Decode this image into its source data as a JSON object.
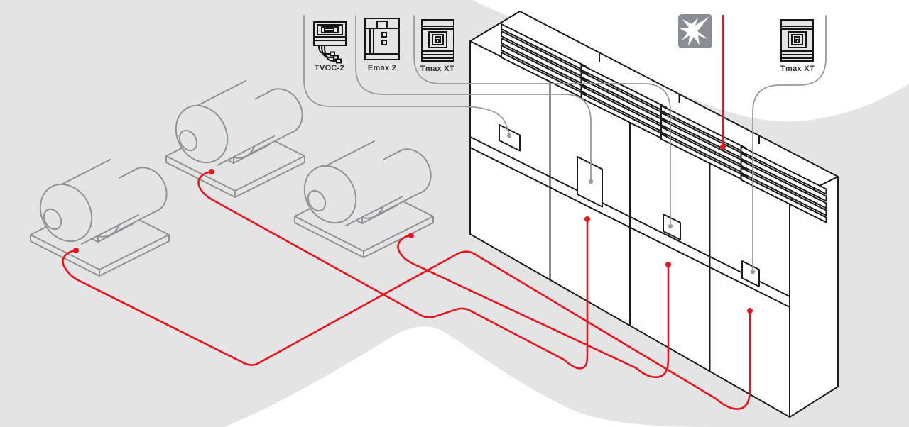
{
  "diagram": {
    "type": "isometric-equipment-diagram",
    "description_visible_text_only": true,
    "callouts": [
      {
        "label": "TVOC-2",
        "icon": "tvoc2-arc-monitor-icon"
      },
      {
        "label": "Emax 2",
        "icon": "emax2-breaker-icon"
      },
      {
        "label": "Tmax XT",
        "icon": "tmax-xt-breaker-icon"
      },
      {
        "label": "Tmax XT",
        "icon": "tmax-xt-breaker-icon"
      }
    ],
    "arc_flash": {
      "icon": "arc-flash-spark-icon"
    },
    "equipment": {
      "generators": 3,
      "switchgear_sections": 4,
      "front_sensors": 4
    },
    "colors": {
      "swoosh_gray": "#e4e4e4",
      "page_white": "#ffffff",
      "cabinet_line": "#1c1c1c",
      "generator_line": "#8f9296",
      "leader_gray": "#9b9b9b",
      "cable_red": "#e8141e",
      "arc_icon_gray": "#8a8e92"
    }
  }
}
